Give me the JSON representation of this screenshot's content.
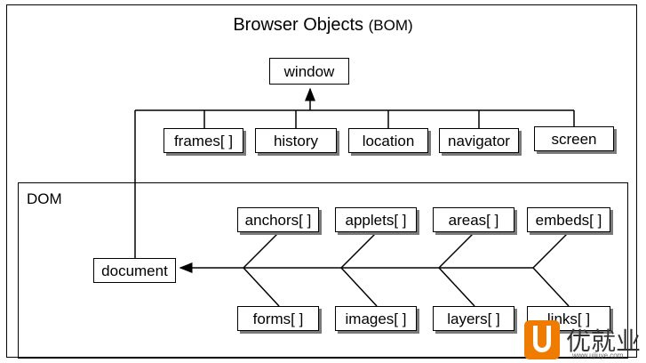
{
  "title": {
    "main": "Browser Objects",
    "abbr": "(BOM)"
  },
  "dom_label": "DOM",
  "window_node": "window",
  "bom_children": [
    "frames[ ]",
    "history",
    "location",
    "navigator",
    "screen"
  ],
  "document_node": "document",
  "dom_top_row": [
    "anchors[ ]",
    "applets[ ]",
    "areas[ ]",
    "embeds[ ]"
  ],
  "dom_bottom_row": [
    "forms[ ]",
    "images[ ]",
    "layers[ ]",
    "links[ ]"
  ],
  "watermark": {
    "brand": "优就业",
    "url": "www.ujiuye.com"
  },
  "colors": {
    "line": "#000000",
    "shadow": "#7a7a7a",
    "logo": "#ef7b00"
  }
}
